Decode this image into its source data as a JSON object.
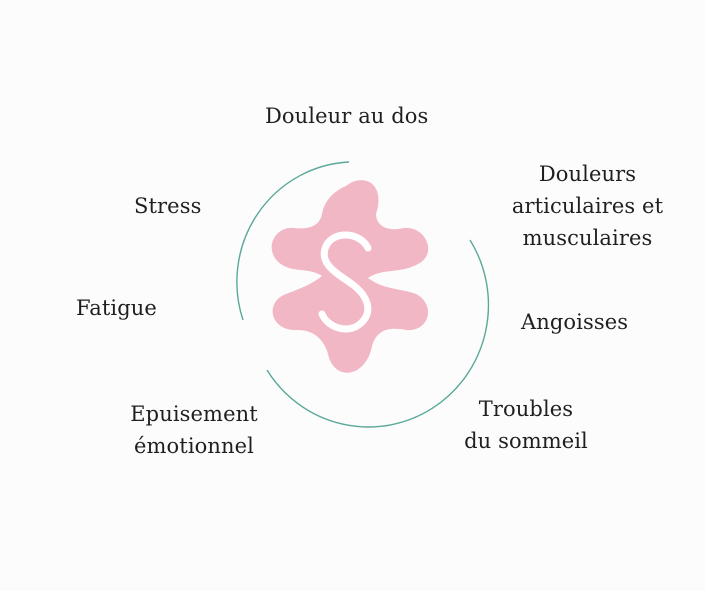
{
  "diagram": {
    "center_logo": "s-logo",
    "colors": {
      "background": "#fcfcfc",
      "ring": "#5aa89a",
      "logo_fill": "#f2b7c4",
      "logo_letter": "#ffffff",
      "text": "#1f1f1f"
    },
    "labels": {
      "douleur_au_dos": "Douleur au dos",
      "douleurs_articulaires_line1": "Douleurs",
      "douleurs_articulaires_line2": "articulaires et",
      "douleurs_articulaires_line3": "musculaires",
      "stress": "Stress",
      "fatigue": "Fatigue",
      "angoisses": "Angoisses",
      "epuisement_line1": "Epuisement",
      "epuisement_line2": "émotionnel",
      "troubles_line1": "Troubles",
      "troubles_line2": "du sommeil"
    }
  }
}
